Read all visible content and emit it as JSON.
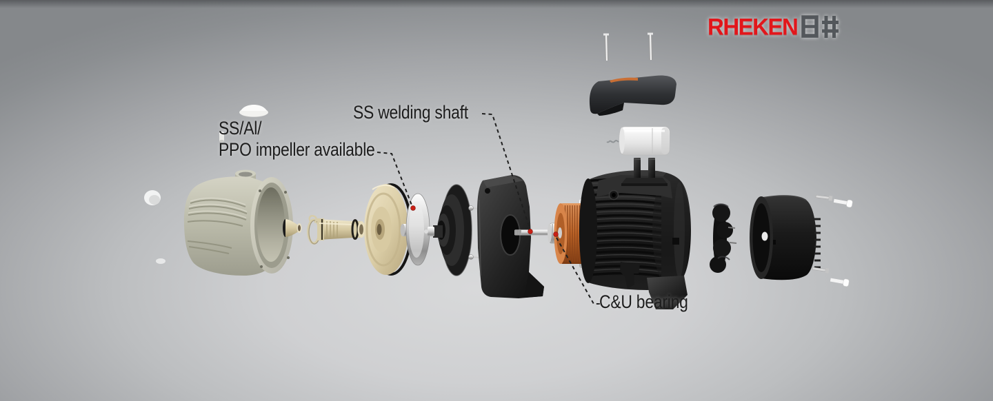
{
  "meta": {
    "type": "exploded-view-diagram",
    "subject": "jet water pump exploded parts view"
  },
  "brand": {
    "name": "RHEKEN",
    "cjk": "日井",
    "name_color": "#e2161b",
    "cjk_color": "#53575b"
  },
  "labels": {
    "impeller_line1": "SS/Al/",
    "impeller_line2": "PPO impeller available",
    "shaft": "SS welding shaft",
    "bearing": "C&U bearing"
  },
  "colors": {
    "background_center": "#d8d9da",
    "background_edge": "#85888b",
    "label_text": "#1d1d1d",
    "leader_line": "#1f1f1f",
    "marker_dot": "#c92015",
    "housing_cream": "#c6c6b6",
    "diffuser_cream": "#e3d7b5",
    "copper_winding": "#bf6527",
    "dark_parts": "#1c1c1c",
    "chrome": "#d9d9d9"
  },
  "parts": [
    "pump-housing",
    "priming-plug",
    "drain-plug",
    "water-droplets",
    "ejector-assembly",
    "diffuser",
    "mechanical-seal-disc",
    "impeller",
    "pump-bracket",
    "welding-shaft",
    "bearing",
    "stator-winding",
    "motor-body",
    "motor-screws",
    "terminal-cover",
    "capacitor",
    "terminal-bracket",
    "cooling-fan",
    "fan-cover",
    "fixing-bolts"
  ]
}
